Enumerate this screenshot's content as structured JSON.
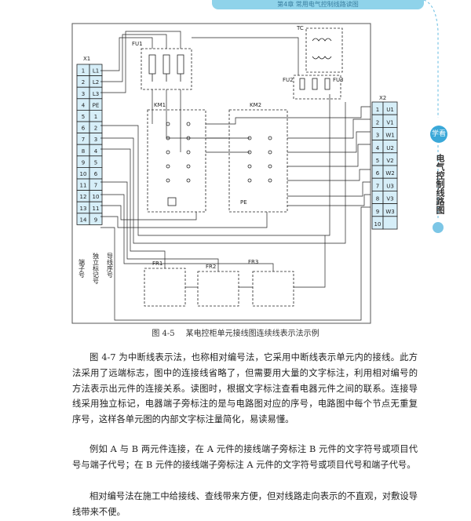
{
  "header": {
    "running_title": "第4章 常用电气控制线路读图"
  },
  "side_tab": {
    "badge": "学看",
    "label": "电气控制线路图"
  },
  "figure": {
    "caption_number": "图 4-5",
    "caption_text": "某电控柜单元接线图连续线表示法示例",
    "x1": {
      "label": "X1",
      "terminals": [
        {
          "num": "1",
          "sig": "L1"
        },
        {
          "num": "2",
          "sig": "L2"
        },
        {
          "num": "3",
          "sig": "L3"
        },
        {
          "num": "4",
          "sig": "PE"
        },
        {
          "num": "5",
          "sig": "1"
        },
        {
          "num": "6",
          "sig": "2"
        },
        {
          "num": "7",
          "sig": "3"
        },
        {
          "num": "8",
          "sig": "4"
        },
        {
          "num": "9",
          "sig": "5"
        },
        {
          "num": "10",
          "sig": "6"
        },
        {
          "num": "11",
          "sig": "7"
        },
        {
          "num": "12",
          "sig": "10"
        },
        {
          "num": "13",
          "sig": "11"
        },
        {
          "num": "14",
          "sig": "9"
        }
      ]
    },
    "x2": {
      "label": "X2",
      "terminals": [
        {
          "num": "1",
          "sig": "U1"
        },
        {
          "num": "2",
          "sig": "V1"
        },
        {
          "num": "3",
          "sig": "W1"
        },
        {
          "num": "4",
          "sig": "U2"
        },
        {
          "num": "5",
          "sig": "V2"
        },
        {
          "num": "6",
          "sig": "W2"
        },
        {
          "num": "7",
          "sig": "U3"
        },
        {
          "num": "8",
          "sig": "V3"
        },
        {
          "num": "9",
          "sig": "W3"
        },
        {
          "num": "10",
          "sig": ""
        }
      ]
    },
    "labels": {
      "fu1": "FU1",
      "fu2": "FU2",
      "fu3": "FU3",
      "tc": "TC",
      "km1": "KM1",
      "km2": "KM2",
      "fr1": "FR1",
      "fr2": "FR2",
      "fr3": "FR3",
      "pe": "PE"
    },
    "bottom_labels": [
      "端子号",
      "独立标记号",
      "导线序号"
    ]
  },
  "paragraphs": [
    "图 4-7 为中断线表示法，也称相对编号法，它采用中断线表示单元内的接线。此方法采用了远端标志，图中的连接线省略了，但需要用大量的文字标注，利用相对编号的方法表示出元件的连接关系。读图时，根据文字标注查看电器元件之间的联系。连接导线采用独立标记，电器端子旁标注的是与电路图对应的序号，电路图中每个节点无重复序号，这样各单元图的内部文字标注量简化，易读易懂。",
    "例如 A 与 B 两元件连接，在 A 元件的接线端子旁标注 B 元件的文字符号或项目代号与端子代号；在 B 元件的接线端子旁标注 A 元件的文字符号或项目代号和端子代号。",
    "相对编号法在施工中给接线、查线带来方便，但对线路走向表示的不直观，对敷设导线带来不便。"
  ]
}
